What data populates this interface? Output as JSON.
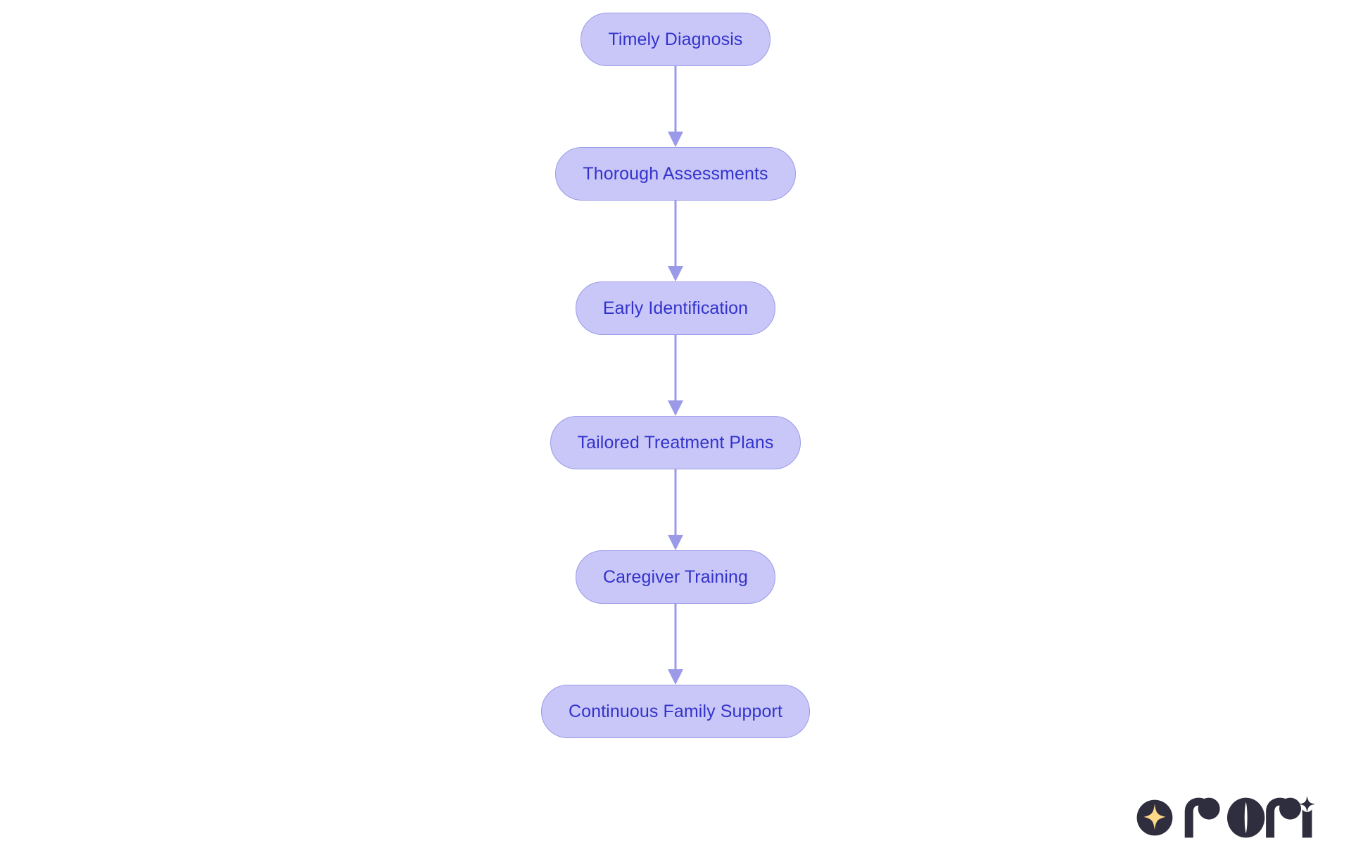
{
  "diagram": {
    "type": "flowchart",
    "orientation": "top-to-bottom",
    "node_shape": "stadium",
    "colors": {
      "node_fill": "#c9c7f8",
      "node_border": "#9a9ae8",
      "node_text": "#3333cc",
      "arrow": "#9a9ae8",
      "background": "#ffffff"
    },
    "nodes": [
      {
        "id": "n1",
        "label": "Timely Diagnosis"
      },
      {
        "id": "n2",
        "label": "Thorough Assessments"
      },
      {
        "id": "n3",
        "label": "Early Identification"
      },
      {
        "id": "n4",
        "label": "Tailored Treatment Plans"
      },
      {
        "id": "n5",
        "label": "Caregiver Training"
      },
      {
        "id": "n6",
        "label": "Continuous Family Support"
      }
    ],
    "edges": [
      {
        "from": "n1",
        "to": "n2",
        "label": ""
      },
      {
        "from": "n2",
        "to": "n3",
        "label": ""
      },
      {
        "from": "n3",
        "to": "n4",
        "label": ""
      },
      {
        "from": "n4",
        "to": "n5",
        "label": ""
      },
      {
        "from": "n5",
        "to": "n6",
        "label": ""
      }
    ]
  },
  "branding": {
    "wordmark": "rori",
    "mark_icon": "sparkle-star-in-circle-icon",
    "accent_icon": "sparkle-star-icon",
    "colors": {
      "dark": "#2f2e3e",
      "star": "#ffd98a"
    }
  }
}
